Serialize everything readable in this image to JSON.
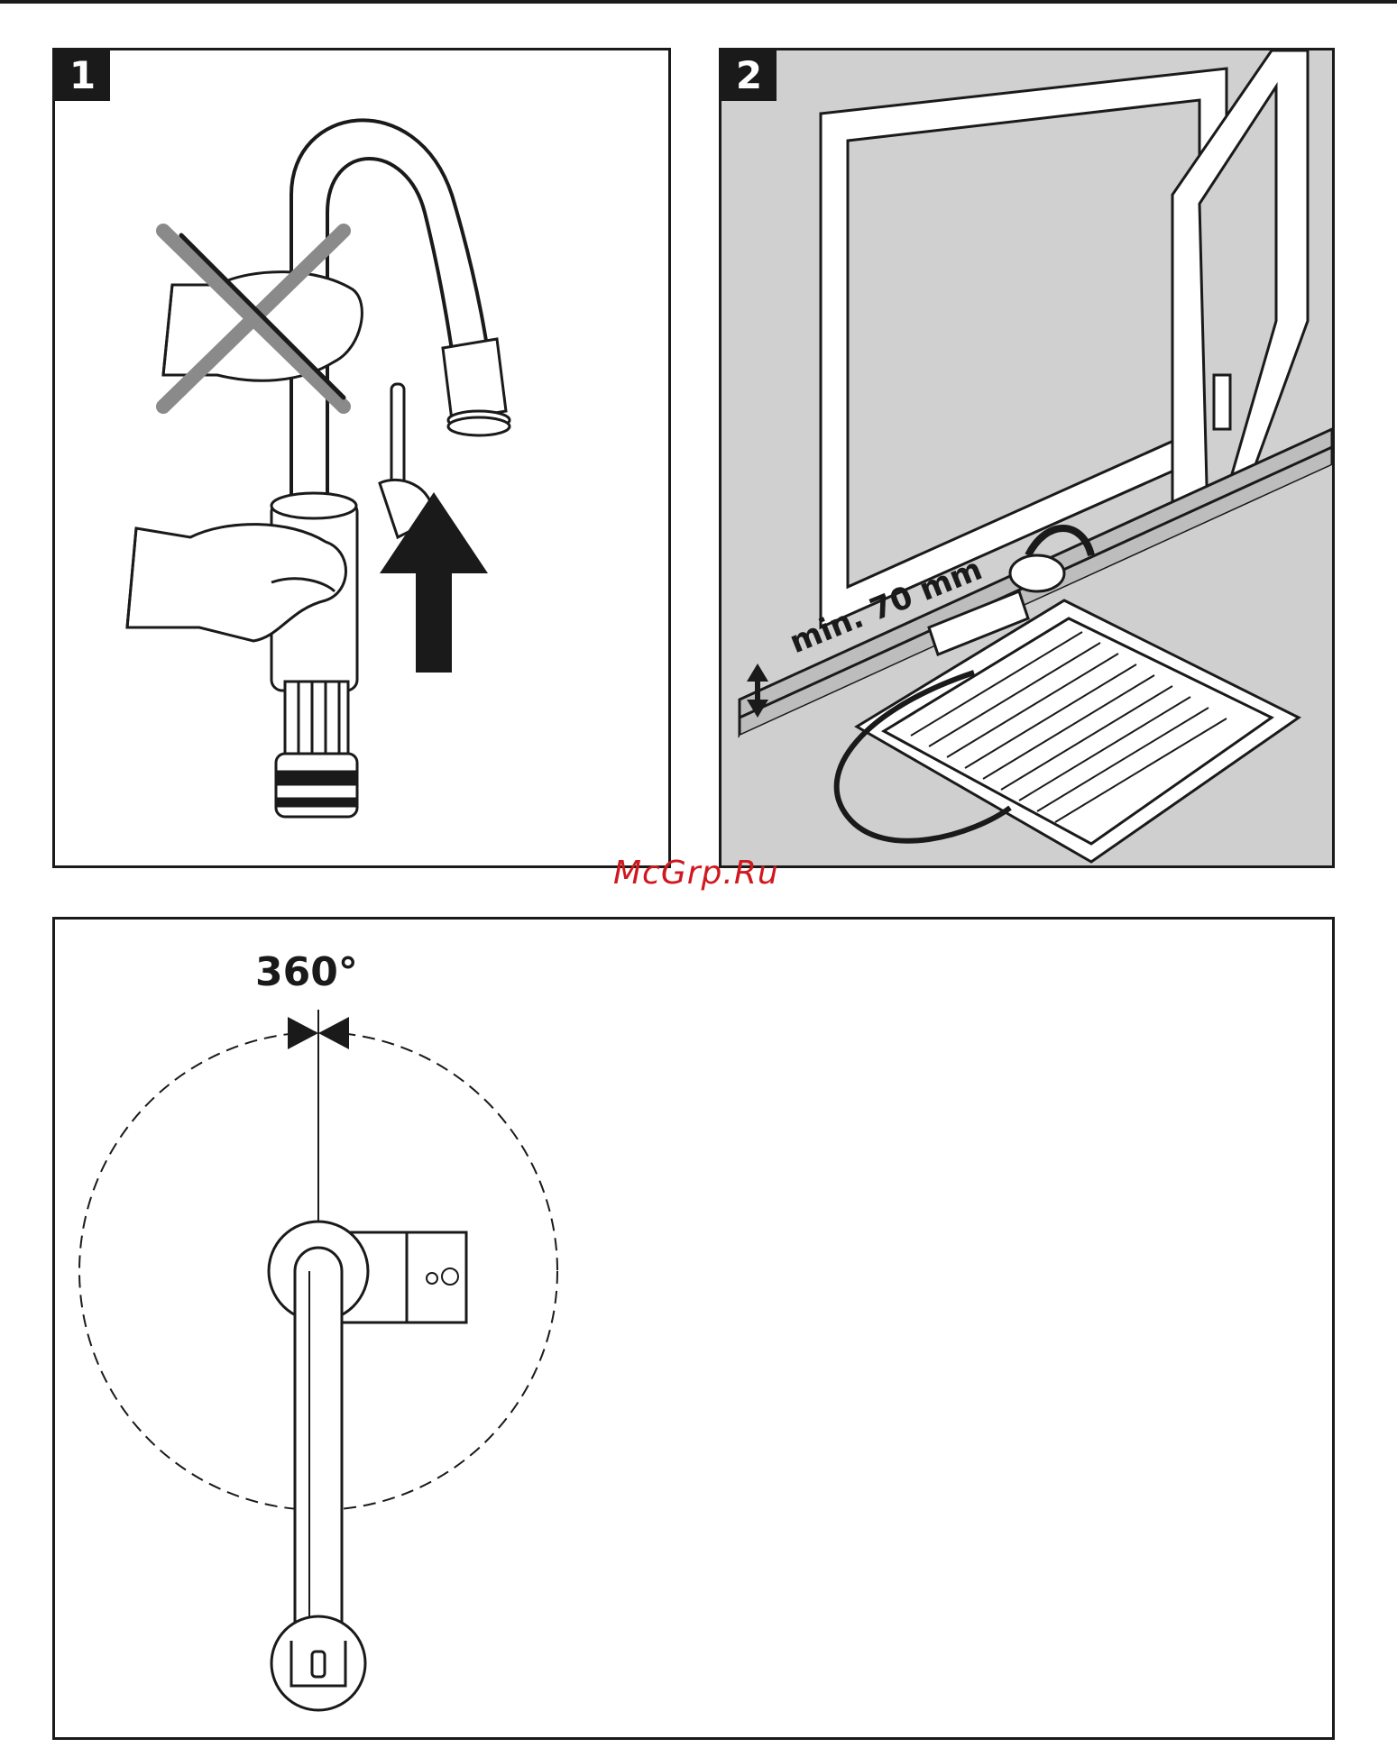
{
  "panels": [
    {
      "id": "panel-1",
      "step_label": "1"
    },
    {
      "id": "panel-2",
      "step_label": "2",
      "clearance_label": "min. 70 mm"
    },
    {
      "id": "panel-3",
      "rotation_label": "360°"
    }
  ],
  "watermark": "McGrp.Ru",
  "colors": {
    "line": "#1a1a1a",
    "grey": "#8a8a8a",
    "panel2_bg": "#d0d0d0",
    "watermark": "#d0181e"
  }
}
